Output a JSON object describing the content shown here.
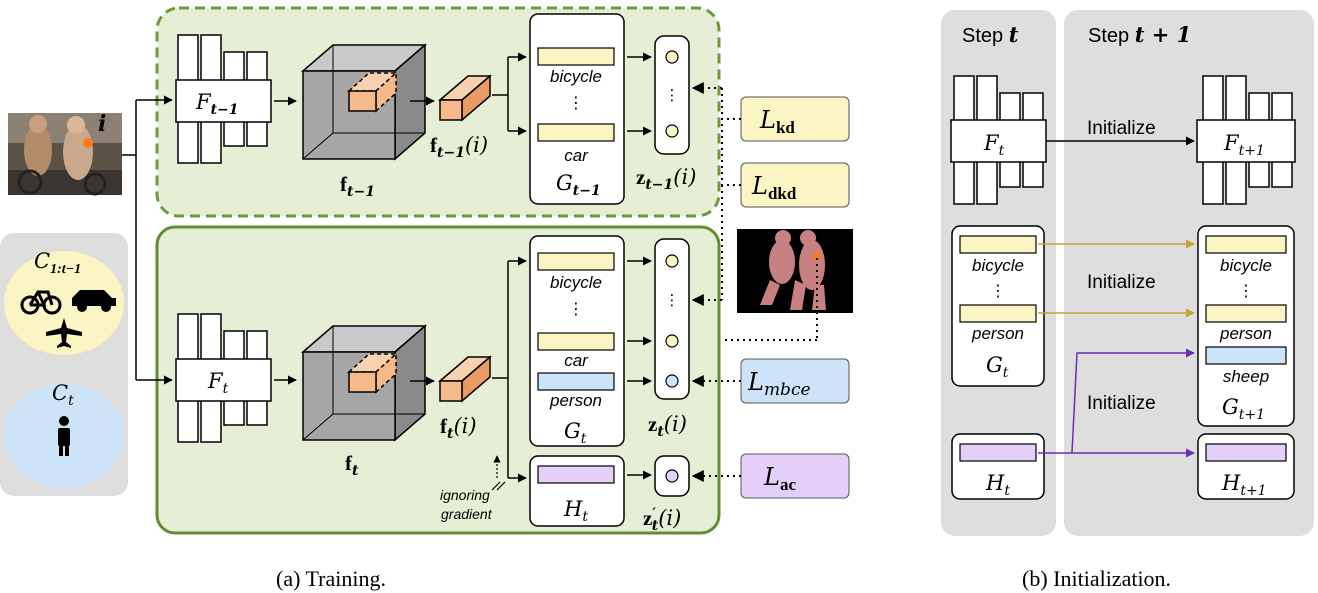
{
  "training": {
    "caption": "(a) Training.",
    "input_label": "i",
    "old_classes_label": "C",
    "old_classes_sub": "1:t−1",
    "new_classes_label": "C",
    "new_classes_sub": "t",
    "old_backbone": "F",
    "old_backbone_sub": "t−1",
    "new_backbone": "F",
    "new_backbone_sub": "t",
    "old_feature_map": "f",
    "old_feature_map_sub": "t−1",
    "new_feature_map": "f",
    "new_feature_map_sub": "t",
    "old_pixel_feature": "f",
    "old_pixel_feature_sub": "t−1",
    "old_pixel_feature_arg": "(i)",
    "new_pixel_feature": "f",
    "new_pixel_feature_sub": "t",
    "new_pixel_feature_arg": "(i)",
    "old_classifier": {
      "name": "G",
      "sub": "t−1",
      "top_class": "bicycle",
      "bottom_class": "car"
    },
    "new_classifier": {
      "name": "G",
      "sub": "t",
      "classes": [
        "bicycle",
        "car",
        "person"
      ]
    },
    "aux_classifier": {
      "name": "H",
      "sub": "t"
    },
    "old_logits": {
      "name": "z",
      "sub": "t−1",
      "arg": "(i)"
    },
    "new_logits": {
      "name": "z",
      "sub": "t",
      "arg": "(i)"
    },
    "aux_logits": {
      "name": "z",
      "sup": "′",
      "sub": "t",
      "arg": "(i)"
    },
    "ignoring_gradient": [
      "ignoring",
      "gradient"
    ],
    "ellipsis": "⋮",
    "losses": {
      "kd": {
        "symbol": "L",
        "sub": "kd",
        "color": "#fbf4c3"
      },
      "dkd": {
        "symbol": "L",
        "sub": "dkd",
        "color": "#fbf4c3"
      },
      "mbce": {
        "symbol": "L",
        "sub": "mbce",
        "color": "#cde3f7"
      },
      "ac": {
        "symbol": "L",
        "sub": "ac",
        "color": "#e3cff7"
      }
    }
  },
  "initialization": {
    "caption": "(b) Initialization.",
    "step_t": "Step",
    "step_t_var": "t",
    "step_t1": "Step",
    "step_t1_var": "t + 1",
    "initialize": "Initialize",
    "backbone_t": {
      "name": "F",
      "sub": "t"
    },
    "backbone_t1": {
      "name": "F",
      "sub": "t+1"
    },
    "classifier_t": {
      "name": "G",
      "sub": "t",
      "classes": [
        "bicycle",
        "person"
      ]
    },
    "classifier_t1": {
      "name": "G",
      "sub": "t+1",
      "classes": [
        "bicycle",
        "person",
        "sheep"
      ]
    },
    "aux_t": {
      "name": "H",
      "sub": "t"
    },
    "aux_t1": {
      "name": "H",
      "sub": "t+1"
    }
  },
  "colors": {
    "old_model_bg": "#e6efd6",
    "old_model_border": "#6e9a3a",
    "new_model_bg": "#e6efd6",
    "new_model_border": "#5f8f2e",
    "panel_gray": "#dedede",
    "old_class_yellow": "#fbf4c3",
    "new_class_blue": "#cde3f7",
    "aux_purple": "#e3cff7",
    "feature_orange": "#f5b98c",
    "arrow_gold": "#c9a233",
    "arrow_purple": "#6b2fb5"
  }
}
